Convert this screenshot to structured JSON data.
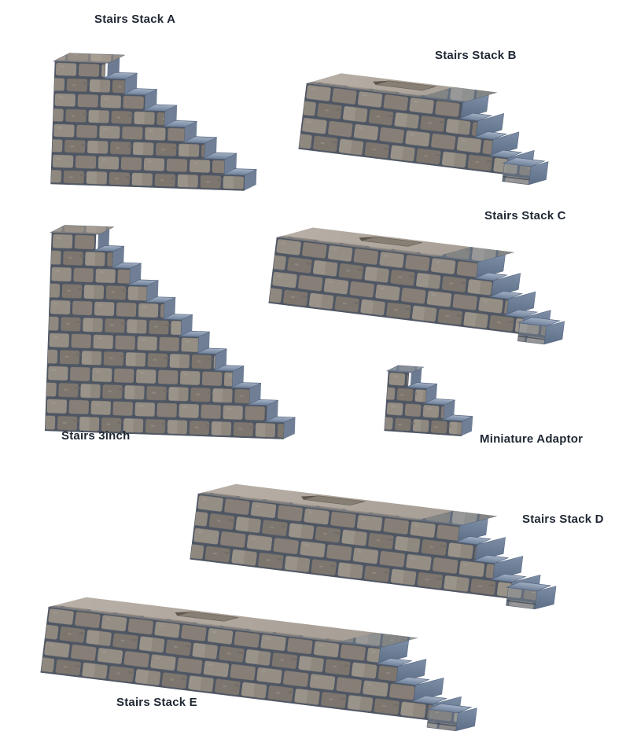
{
  "page": {
    "background": "#ffffff",
    "description": "Catalog sheet of modular stone stair 3D model renders"
  },
  "palette": {
    "background": "#ffffff",
    "label_text": "#1f2733",
    "mortar": "#4f5663",
    "stone_c1": "#958e85",
    "stone_c2": "#877f77",
    "stone_c3": "#8f887f",
    "stone_c4": "#7d766e",
    "stone_c5": "#9a9389",
    "tread_top": "#a3b0c4",
    "tread_bottom": "#6d8099",
    "side_light": "#7d8ea6",
    "side_dark": "#5c6d86",
    "smooth_top_light": "#b9b1a8",
    "smooth_top_dark": "#a49c93",
    "warm_tint": "#b3aaa0",
    "blue_tint": "#93a5ba",
    "arrow_slot": "#877e74",
    "arrow_slot_dark": "#5f574e",
    "seam_dark": "#3e4553"
  },
  "icons": {
    "top_marker": "left-arrow-slot"
  },
  "models": [
    {
      "id": "stairs-stack-a",
      "label": "Stairs Stack A",
      "kind": "corner staircase"
    },
    {
      "id": "stairs-stack-b",
      "label": "Stairs Stack B",
      "kind": "long stair stack",
      "top_marker_icon": "left-arrow-slot"
    },
    {
      "id": "stairs-stack-c",
      "label": "Stairs Stack C",
      "kind": "long stair stack",
      "top_marker_icon": "left-arrow-slot"
    },
    {
      "id": "stairs-3inch",
      "label": "Stairs 3inch",
      "kind": "corner staircase"
    },
    {
      "id": "miniature-adaptor",
      "label": "Miniature Adaptor",
      "kind": "corner staircase"
    },
    {
      "id": "stairs-stack-d",
      "label": "Stairs Stack D",
      "kind": "long stair stack",
      "top_marker_icon": "left-arrow-slot"
    },
    {
      "id": "stairs-stack-e",
      "label": "Stairs Stack E",
      "kind": "long stair stack",
      "top_marker_icon": "left-arrow-slot"
    }
  ]
}
